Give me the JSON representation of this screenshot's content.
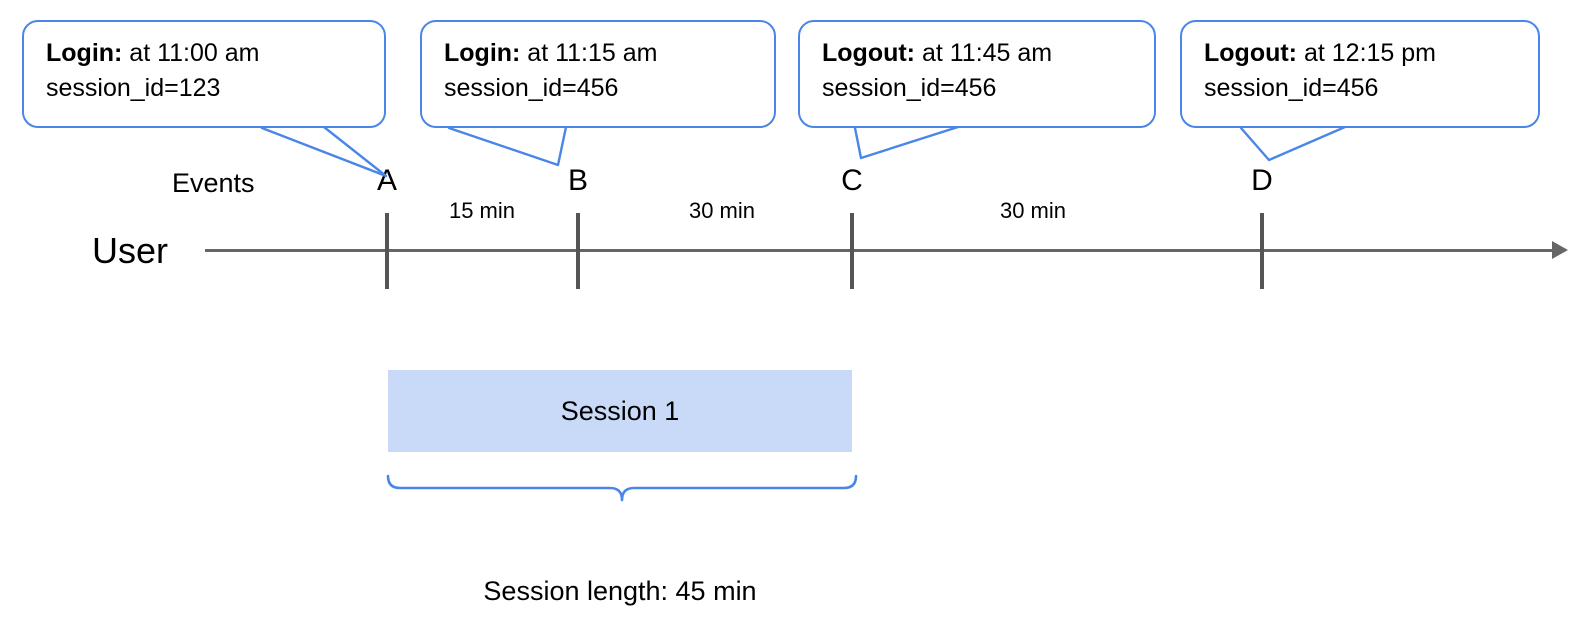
{
  "diagram": {
    "rows": {
      "events_label": "Events",
      "user_label": "User"
    },
    "accent_color": "#4a86e8",
    "session_fill_color": "#c9daf8",
    "axis_color": "#666666"
  },
  "callouts": [
    {
      "kind": "Login:",
      "time": " at 11:00 am",
      "session": "session_id=123"
    },
    {
      "kind": "Login:",
      "time": " at 11:15 am",
      "session": "session_id=456"
    },
    {
      "kind": "Logout:",
      "time": " at 11:45 am",
      "session": "session_id=456"
    },
    {
      "kind": "Logout:",
      "time": " at 12:15 pm",
      "session": "session_id=456"
    }
  ],
  "events": [
    {
      "label": "A"
    },
    {
      "label": "B"
    },
    {
      "label": "C"
    },
    {
      "label": "D"
    }
  ],
  "durations": [
    {
      "label": "15 min"
    },
    {
      "label": "30 min"
    },
    {
      "label": "30 min"
    }
  ],
  "session": {
    "bar_label": "Session 1",
    "length_caption": "Session length: 45 min"
  }
}
